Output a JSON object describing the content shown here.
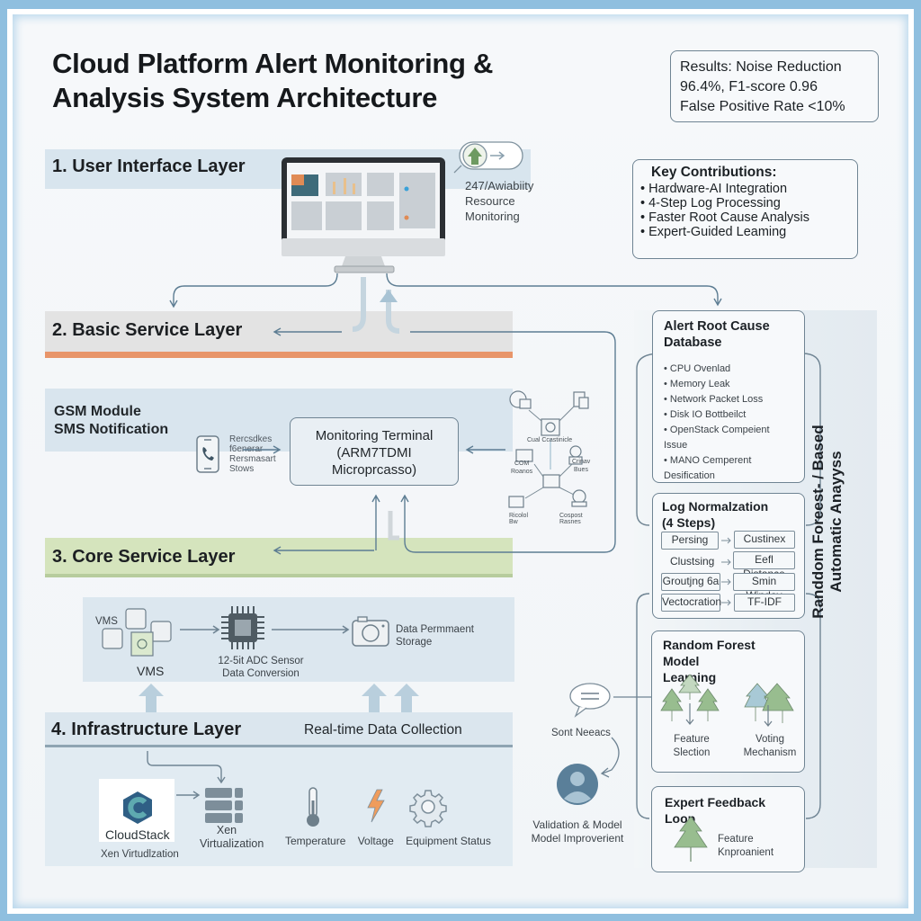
{
  "title": {
    "line1": "Cloud Platform Alert Monitoring &",
    "line2": "Analysis System Architecture"
  },
  "results": {
    "line1": "Results: Noise Reduction",
    "line2": "96.4%, F1-score 0.96",
    "line3": "False Positive Rate <10%"
  },
  "contributions": {
    "heading": "Key Contributions:",
    "items": [
      "Hardware-AI Integration",
      "4-Step Log Processing",
      "Faster Root Cause Analysis",
      "Expert-Guided Leaming"
    ]
  },
  "layers": {
    "ui": {
      "label": "1. User Interface Layer",
      "availability": [
        "247/Awiabiity",
        "Resource",
        "Monitoring"
      ]
    },
    "basic": {
      "label": "2. Basic Service Layer"
    },
    "gsm": {
      "title1": "GSM Module",
      "title2": "SMS Notification",
      "phone_caption": [
        "Rercsdkes",
        "f6enerar",
        "Rersmasart",
        "Stows"
      ]
    },
    "terminal": {
      "line1": "Monitoring Terminal",
      "line2": "(ARM7TDMI",
      "line3": "Microprcasso)"
    },
    "network": {
      "labels": {
        "center": "Cual Ccastinicle",
        "left": "COM",
        "left2": "Roanos",
        "right": "Crinav",
        "right2": "Bues",
        "bottom_left": "Ricolol Bw",
        "bottom_right": "Cospost Rasnes"
      }
    },
    "core": {
      "label": "3. Core Service Layer",
      "vms_small": "VMS",
      "vms": "VMS",
      "adc": [
        "12-5it ADC Sensor",
        "Data Conversion"
      ],
      "storage": [
        "Data Permmaent",
        "Storage"
      ]
    },
    "infra": {
      "label": "4. Infrastructure Layer",
      "realtime": "Real-time Data Collection",
      "cloudstack": "CloudStack",
      "cloudstack_sub": "Xen Virtudlzation",
      "xen": [
        "Xen",
        "Virtualization"
      ],
      "sensors": [
        "Temperature",
        "Voltage",
        "Equipment Status"
      ]
    }
  },
  "analysis": {
    "vertical_title": [
      "Randdom Foreest- / Based",
      "Automatic Anayyss"
    ],
    "root_cause": {
      "title1": "Alert Root Cause",
      "title2": "Database",
      "items": [
        "CPU Ovenlad",
        "Memory Leak",
        "Network Packet Loss",
        "Disk IO Bottbeilct",
        "OpenStack Compeient Issue",
        "MANO Cemperent Desification"
      ]
    },
    "log_norm": {
      "title1": "Log Normalzation",
      "title2": "(4 Steps)",
      "steps": [
        {
          "left": "Persing",
          "right": "Custinex"
        },
        {
          "left": "Clustsing",
          "right": "Eefl Distance"
        },
        {
          "left": "Groutjng 6a",
          "right": "Smin Windav"
        },
        {
          "left": "Vectocration",
          "right": "TF-IDF"
        }
      ]
    },
    "rf": {
      "title1": "Random Forest Model",
      "title2": "Learning",
      "feature": [
        "Feature",
        "Slection"
      ],
      "voting": [
        "Voting",
        "Mechanism"
      ]
    },
    "expert": {
      "title": "Expert Feedback Loop",
      "caption": [
        "Feature",
        "Knproanient"
      ]
    },
    "feedback": {
      "sent": "Sont Neeacs",
      "validation": [
        "Validation & Model",
        "Model Improverient"
      ]
    }
  },
  "colors": {
    "band_blue": "#d9e5ee",
    "band_gray": "#e3e3e3",
    "band_green": "#d5e4bd",
    "accent_orange": "#e8956a",
    "line": "#5d7d93",
    "tree_green": "#8fb58b",
    "tree_blue": "#a8c9d6"
  }
}
